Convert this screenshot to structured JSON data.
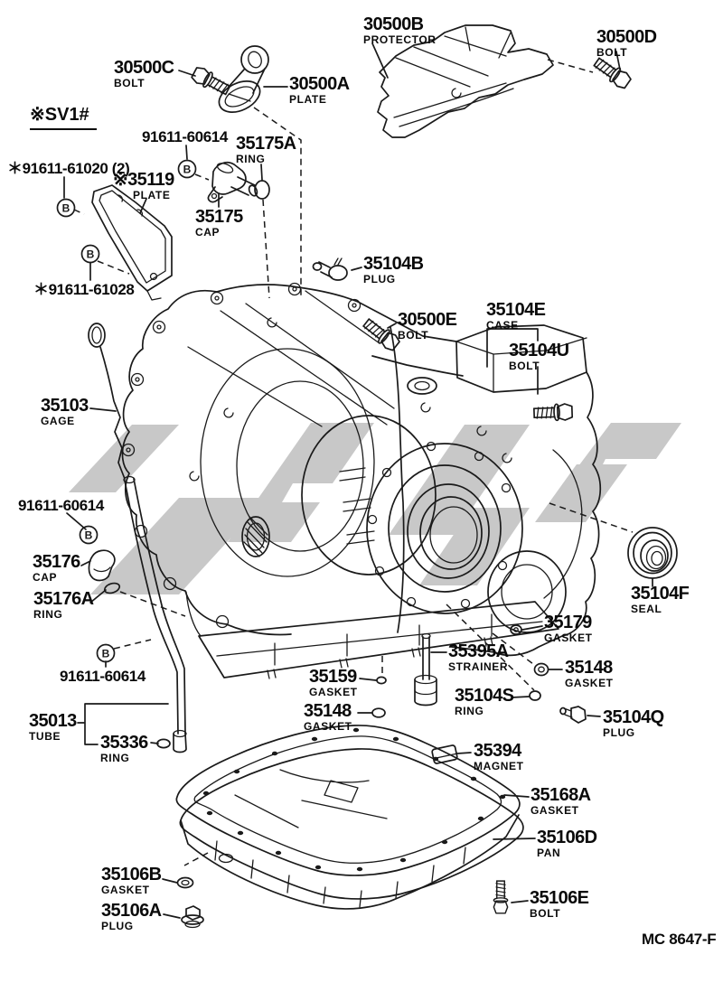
{
  "colors": {
    "ink": "#1a1a1a",
    "watermark": "#c8c8c8",
    "background": "#ffffff"
  },
  "note": {
    "model_ref": "※SV1#"
  },
  "footer": {
    "doc_code": "MC 8647-F"
  },
  "symbols": {
    "circled_b": "B"
  },
  "labels": {
    "b30500C": {
      "part": "30500C",
      "desc": "BOLT"
    },
    "b30500A": {
      "part": "30500A",
      "desc": "PLATE"
    },
    "b30500B": {
      "part": "30500B",
      "desc": "PROTECTOR"
    },
    "b30500D": {
      "part": "30500D",
      "desc": "BOLT"
    },
    "n91611_60614_top": {
      "part": "91611-60614"
    },
    "b35175A": {
      "part": "35175A",
      "desc": "RING"
    },
    "n91611_61020": {
      "part": "＊91611-61020 (2)"
    },
    "b35119": {
      "part": "※35119",
      "desc": "PLATE"
    },
    "b35175": {
      "part": "35175",
      "desc": "CAP"
    },
    "n91611_61028": {
      "part": "＊91611-61028"
    },
    "b35104B": {
      "part": "35104B",
      "desc": "PLUG"
    },
    "b30500E": {
      "part": "30500E",
      "desc": "BOLT"
    },
    "b35104E": {
      "part": "35104E",
      "desc": "CASE"
    },
    "b35104U": {
      "part": "35104U",
      "desc": "BOLT"
    },
    "b35103": {
      "part": "35103",
      "desc": "GAGE"
    },
    "n91611_60614_mid": {
      "part": "91611-60614"
    },
    "b35176": {
      "part": "35176",
      "desc": "CAP"
    },
    "b35176A": {
      "part": "35176A",
      "desc": "RING"
    },
    "n91611_60614_low": {
      "part": "91611-60614"
    },
    "b35013": {
      "part": "35013",
      "desc": "TUBE"
    },
    "b35336": {
      "part": "35336",
      "desc": "RING"
    },
    "b35159": {
      "part": "35159",
      "desc": "GASKET"
    },
    "b35148L": {
      "part": "35148",
      "desc": "GASKET"
    },
    "b35395A": {
      "part": "35395A",
      "desc": "STRAINER"
    },
    "b35179": {
      "part": "35179",
      "desc": "GASKET"
    },
    "b35148R": {
      "part": "35148",
      "desc": "GASKET"
    },
    "b35104S": {
      "part": "35104S",
      "desc": "RING"
    },
    "b35104Q": {
      "part": "35104Q",
      "desc": "PLUG"
    },
    "b35104F": {
      "part": "35104F",
      "desc": "SEAL"
    },
    "b35394": {
      "part": "35394",
      "desc": "MAGNET"
    },
    "b35168A": {
      "part": "35168A",
      "desc": "GASKET"
    },
    "b35106D": {
      "part": "35106D",
      "desc": "PAN"
    },
    "b35106B": {
      "part": "35106B",
      "desc": "GASKET"
    },
    "b35106A": {
      "part": "35106A",
      "desc": "PLUG"
    },
    "b35106E": {
      "part": "35106E",
      "desc": "BOLT"
    }
  }
}
